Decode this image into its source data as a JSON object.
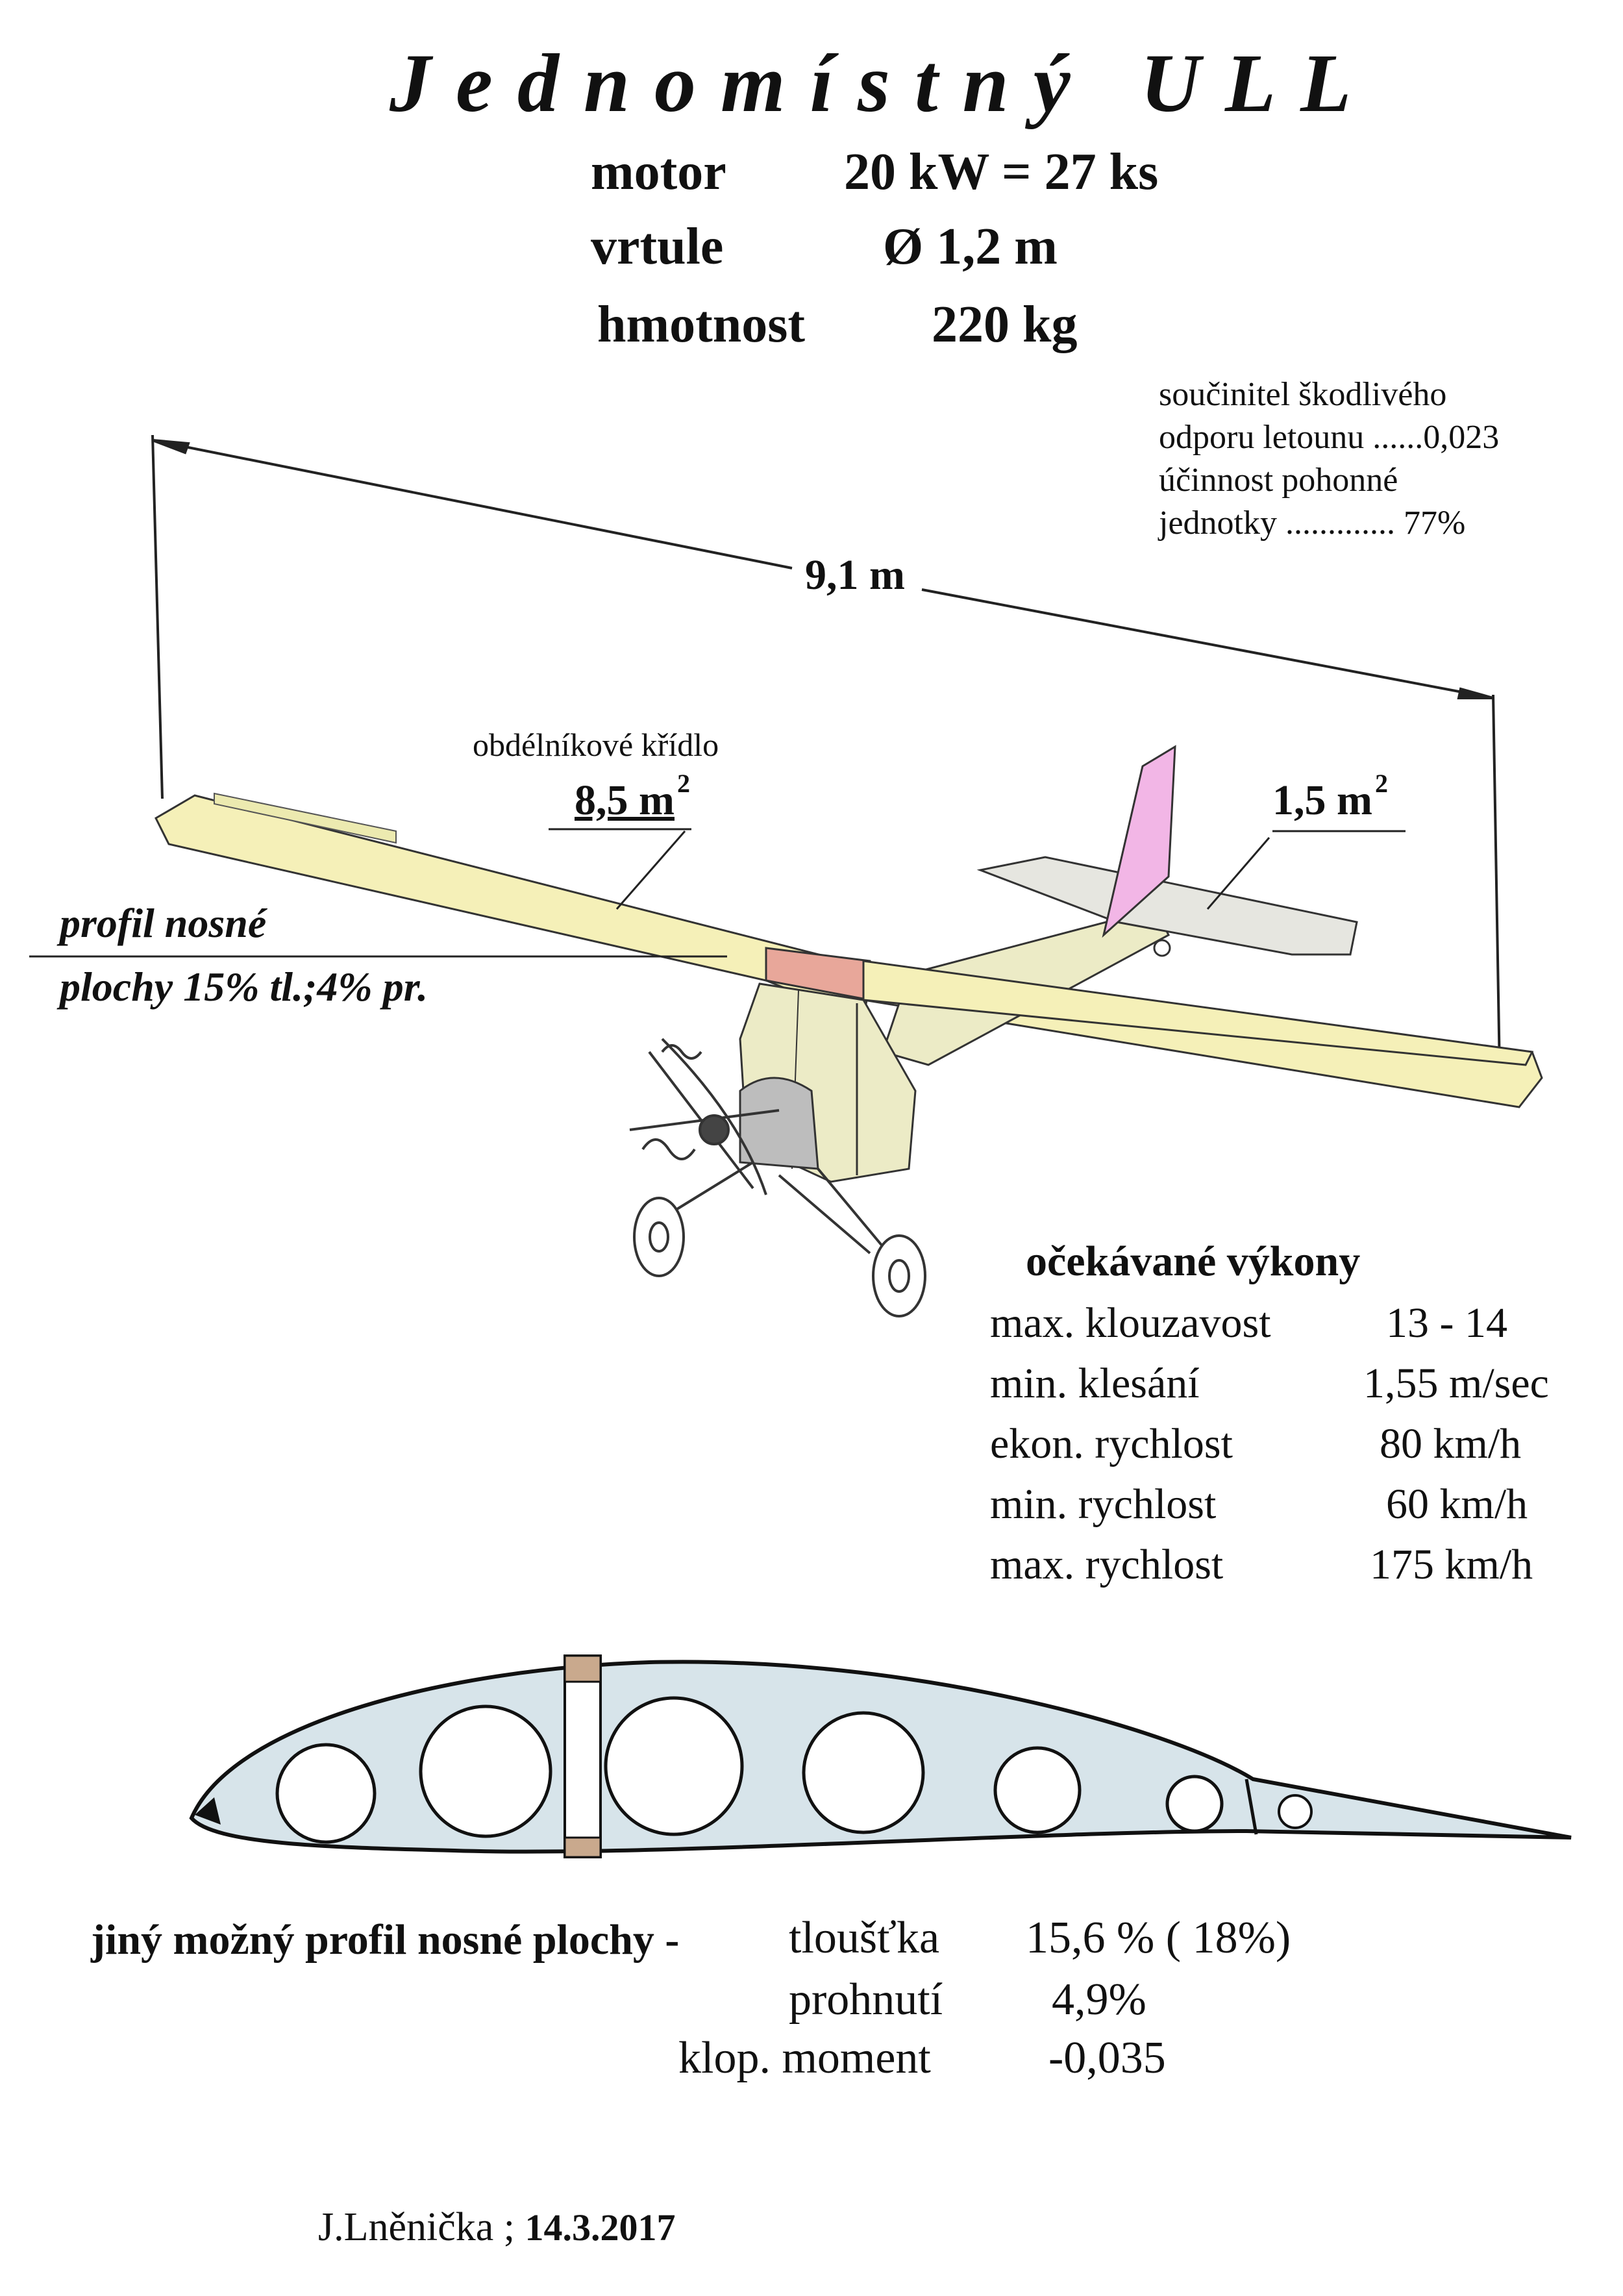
{
  "title": "Jednomístný ULL",
  "specs": [
    {
      "label": "motor",
      "value": "20 kW = 27 ks"
    },
    {
      "label": "vrtule",
      "value": "Ø 1,2 m"
    },
    {
      "label": "hmotnost",
      "value": "220 kg"
    }
  ],
  "notes": {
    "line1": "součinitel škodlivého",
    "line2": "odporu letounu ......0,023",
    "line3": "účinnost pohonné",
    "line4": "jednotky ............. 77%"
  },
  "span": "9,1 m",
  "wing": {
    "type_label": "obdélníkové křídlo",
    "area_value": "8,5 m",
    "area_exp": "2"
  },
  "tail": {
    "area_value": "1,5 m",
    "area_exp": "2"
  },
  "profile_label": {
    "line1": "profil nosné",
    "line2": "plochy  15% tl.;4% pr."
  },
  "performance": {
    "title": "očekávané  výkony",
    "rows": [
      {
        "label": "max. klouzavost",
        "value": "13 - 14"
      },
      {
        "label": "min. klesání",
        "value": "1,55 m/sec"
      },
      {
        "label": "ekon. rychlost",
        "value": "80 km/h"
      },
      {
        "label": "min. rychlost",
        "value": "60 km/h"
      },
      {
        "label": "max. rychlost",
        "value": "175 km/h"
      }
    ]
  },
  "alt_profile": {
    "title": "jiný možný profil nosné plochy -",
    "rows": [
      {
        "label": "tloušťka",
        "value": "15,6 % ( 18%)"
      },
      {
        "label": "prohnutí",
        "value": "4,9%"
      },
      {
        "label": "klop. moment",
        "value": "-0,035"
      }
    ]
  },
  "author": {
    "name": "J.Lněnička ;",
    "date": "14.3.2017"
  },
  "colors": {
    "wing": "#f5f0b8",
    "fin": "#f2b6e6",
    "center_section": "#e8a79a",
    "fuselage": "#ecebc6",
    "airfoil_fill": "#d7e4ea"
  }
}
